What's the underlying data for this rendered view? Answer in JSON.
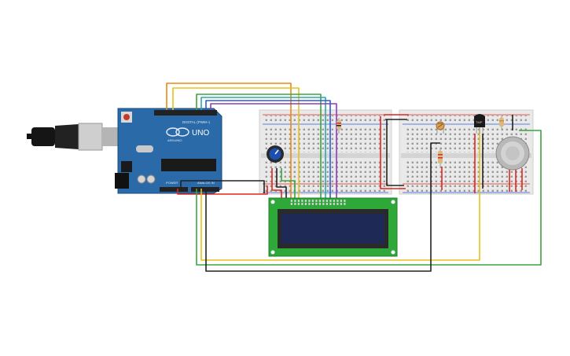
{
  "canvas": {
    "background": "#ffffff"
  },
  "arduino": {
    "brand_label": "UNO",
    "logo_text": "ARDUINO",
    "digital_label": "DIGITAL (PWM~)",
    "power_label": "POWER",
    "analog_label": "ANALOG IN",
    "board_color": "#2a6aa8"
  },
  "usb_cable": {
    "icon": "usb-plug-icon"
  },
  "breadboards": [
    {
      "id": "breadboard-left"
    },
    {
      "id": "breadboard-right"
    }
  ],
  "components": {
    "potentiometer": {
      "icon": "potentiometer-icon"
    },
    "lcd": {
      "icon": "lcd-16x2-icon",
      "screen_color": "#1e2a55",
      "pcb_color": "#2fa83a"
    },
    "photoresistor": {
      "icon": "photoresistor-icon"
    },
    "temp_sensor": {
      "label": "TMP",
      "icon": "tmp36-icon"
    },
    "gas_sensor": {
      "icon": "gas-sensor-icon"
    }
  },
  "wire_colors": {
    "red": "#e0271f",
    "black": "#222222",
    "yellow": "#e6c21a",
    "orange": "#e88a16",
    "green": "#3aa63c",
    "teal": "#2aa8a8",
    "blue": "#2e5ad6",
    "purple": "#8a3dc2"
  }
}
